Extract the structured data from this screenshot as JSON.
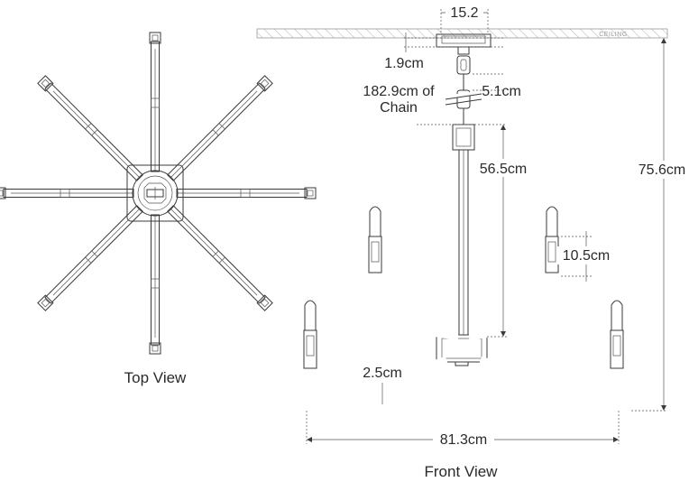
{
  "views": {
    "top_label": "Top View",
    "front_label": "Front View"
  },
  "ceiling_label": "CEILING",
  "dimensions": {
    "canopy_width": "15.2",
    "canopy_gap": "1.9cm",
    "chain_length_line1": "182.9cm of",
    "chain_length_line2": "Chain",
    "link_height": "5.1cm",
    "stem_length": "56.5cm",
    "overall_height": "75.6cm",
    "candle_height": "10.5cm",
    "arm_diameter": "2.5cm",
    "overall_width": "81.3cm"
  },
  "colors": {
    "line": "#3a3a3a",
    "text": "#2a2a2a",
    "ceiling_hatch": "#b0b0b0"
  }
}
